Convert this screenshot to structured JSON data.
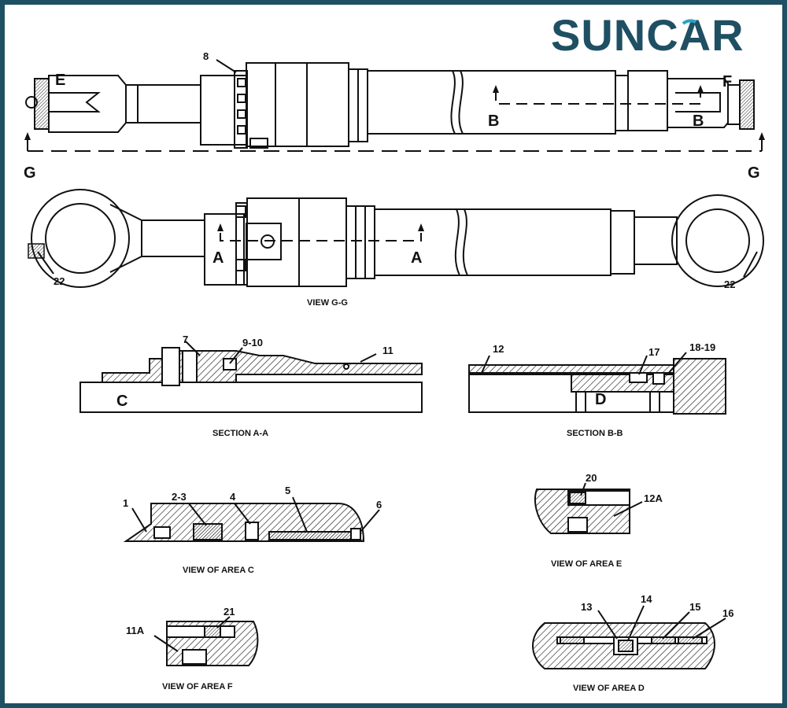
{
  "brand": {
    "logo_text": "SUNCAR",
    "color_dark": "#1f4f63",
    "color_accent": "#2aa3c8"
  },
  "frame_color": "#1f4f63",
  "top_view": {
    "section_letters": [
      "E",
      "F",
      "B",
      "B",
      "G",
      "G"
    ],
    "callouts": [
      "8"
    ]
  },
  "view_gg": {
    "caption": "VIEW G-G",
    "section_letters": [
      "A",
      "A"
    ],
    "callouts": [
      "22",
      "22"
    ]
  },
  "section_aa": {
    "caption": "SECTION A-A",
    "area_letter": "C",
    "callouts": [
      "7",
      "9-10",
      "11"
    ]
  },
  "section_bb": {
    "caption": "SECTION B-B",
    "area_letter": "D",
    "callouts": [
      "12",
      "17",
      "18-19"
    ]
  },
  "area_c": {
    "caption": "VIEW OF AREA C",
    "callouts": [
      "1",
      "2-3",
      "4",
      "5",
      "6"
    ]
  },
  "area_e": {
    "caption": "VIEW OF AREA E",
    "callouts": [
      "20",
      "12A"
    ]
  },
  "area_f": {
    "caption": "VIEW OF AREA F",
    "callouts": [
      "21",
      "11A"
    ]
  },
  "area_d": {
    "caption": "VIEW OF AREA D",
    "callouts": [
      "13",
      "14",
      "15",
      "16"
    ]
  }
}
